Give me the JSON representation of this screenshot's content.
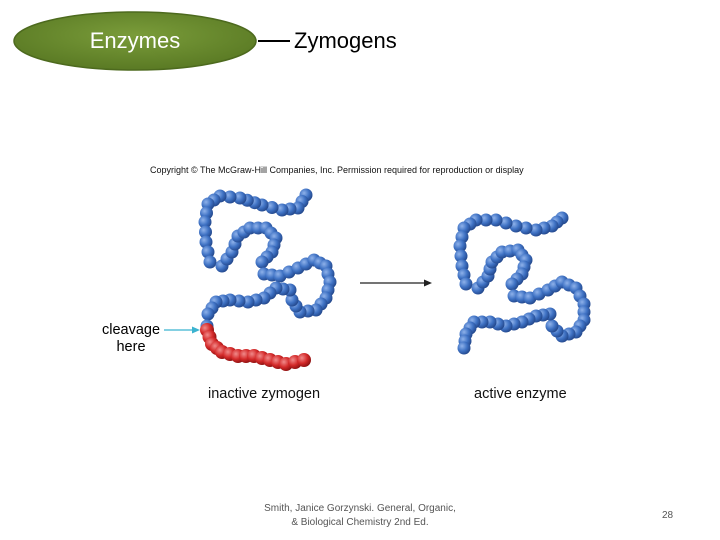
{
  "header": {
    "pill_label": "Enzymes",
    "title": "Zymogens",
    "pill_color": "#6a8a2e"
  },
  "figure": {
    "copyright": "Copyright © The McGraw-Hill Companies, Inc. Permission required for reproduction or display",
    "cleavage_line1": "cleavage",
    "cleavage_line2": "here",
    "left_caption": "inactive zymogen",
    "right_caption": "active enzyme",
    "chain_color": "#3f72c4",
    "cleaved_color": "#d42a2a",
    "pointer_color": "#3bb3d0"
  },
  "footer": {
    "citation_line1": "Smith, Janice Gorzynski. General, Organic,",
    "citation_line2": "& Biological Chemistry 2nd Ed.",
    "page_number": "28"
  }
}
